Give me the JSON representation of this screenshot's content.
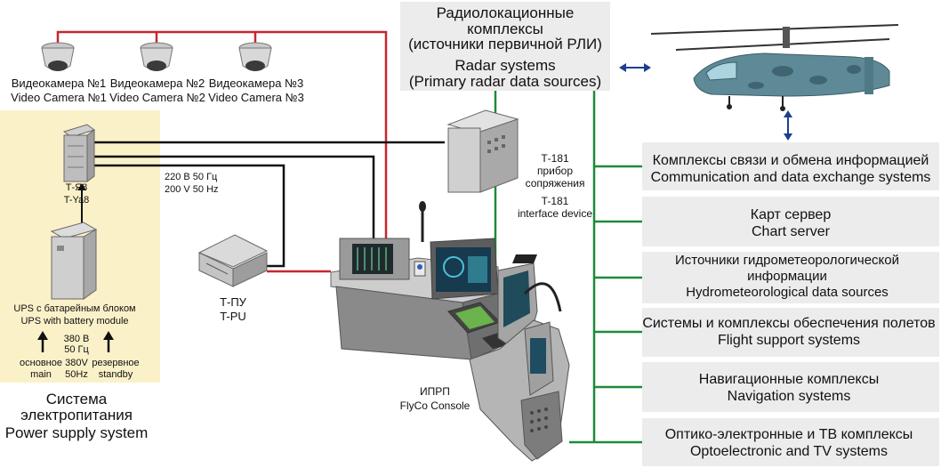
{
  "radar": {
    "line1": "Радиолокационные",
    "line2": "комплексы",
    "line3": "(источники первичной РЛИ)",
    "line4": "Radar systems",
    "line5": "(Primary radar data sources)"
  },
  "cameras": [
    {
      "ru": "Видеокамера №1",
      "en": "Video Camera №1"
    },
    {
      "ru": "Видеокамера №2",
      "en": "Video Camera №2"
    },
    {
      "ru": "Видеокамера №3",
      "en": "Video Camera №3"
    }
  ],
  "ya8": {
    "ru": "Т-Я8",
    "en": "T-Ya8"
  },
  "ups": {
    "ru": "UPS с батарейным блоком",
    "en": "UPS with battery module"
  },
  "inputs": {
    "main_ru": "основное",
    "main_en": "main",
    "v380_ru": "380 В",
    "hz50_ru": "50 Гц",
    "v380_en": "380V",
    "hz50_en": "50Hz",
    "standby_ru": "резервное",
    "standby_en": "standby"
  },
  "power_system": {
    "ru1": "Система",
    "ru2": "электропитания",
    "en": "Power supply system"
  },
  "mains": {
    "ru": "220 В 50 Гц",
    "en": "200 V 50 Hz"
  },
  "tpu": {
    "ru": "Т-ПУ",
    "en": "T-PU"
  },
  "t181": {
    "ru1": "Т-181",
    "ru2": "прибор",
    "ru3": "сопряжения",
    "en1": "T-181",
    "en2": "interface device"
  },
  "console": {
    "ru": "ИПРП",
    "en": "FlyCo Console"
  },
  "systems": [
    {
      "ru": "Комплексы связи и обмена информацией",
      "en": "Communication and data exchange systems"
    },
    {
      "ru": "Карт сервер",
      "en": "Chart server"
    },
    {
      "ru": "Источники гидрометеорологической",
      "ru2": "информации",
      "en": "Hydrometeorological data sources"
    },
    {
      "ru": "Системы и комплексы обеспечения полетов",
      "en": "Flight support systems"
    },
    {
      "ru": "Навигационные комплексы",
      "en": "Navigation systems"
    },
    {
      "ru": "Оптико-электронные и ТВ комплексы",
      "en": "Optoelectronic and TV systems"
    }
  ],
  "colors": {
    "red_line": "#c8262e",
    "green_line": "#1f8a3a",
    "box_fill": "#ececec",
    "power_bg": "#fbf1c9",
    "accent_blue": "#1c3f8f"
  }
}
